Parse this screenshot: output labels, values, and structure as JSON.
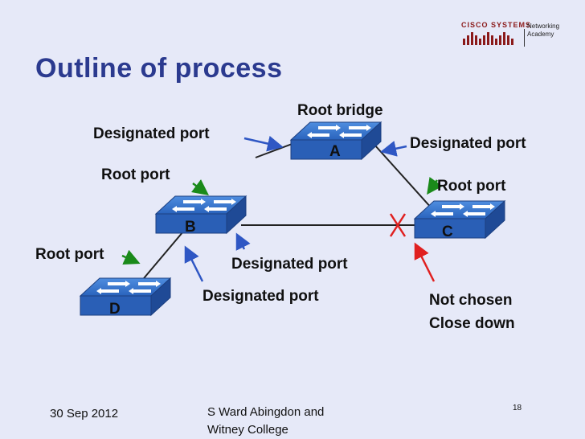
{
  "title": "Outline of process",
  "logo": {
    "brand": "CISCO SYSTEMS",
    "line1": "Networking",
    "line2": "Academy"
  },
  "switches": {
    "a": "A",
    "b": "B",
    "c": "C",
    "d": "D"
  },
  "labels": {
    "root_bridge": "Root bridge",
    "designated_port_a_left": "Designated port",
    "designated_port_a_right": "Designated port",
    "root_port_b": "Root port",
    "root_port_c": "Root port",
    "root_port_d": "Root port",
    "designated_port_b_right": "Designated port",
    "designated_port_b_bottom": "Designated port",
    "not_chosen": "Not chosen",
    "close_down": "Close down"
  },
  "footer": {
    "date": "30 Sep 2012",
    "author_line1": "S Ward  Abingdon and",
    "author_line2": "Witney College",
    "page": "18"
  },
  "colors": {
    "title": "#2b3a8f",
    "switch": "#2b62b8",
    "arrow_blue": "#2f57c4",
    "arrow_green": "#1a8a1a",
    "arrow_red": "#e02020"
  }
}
